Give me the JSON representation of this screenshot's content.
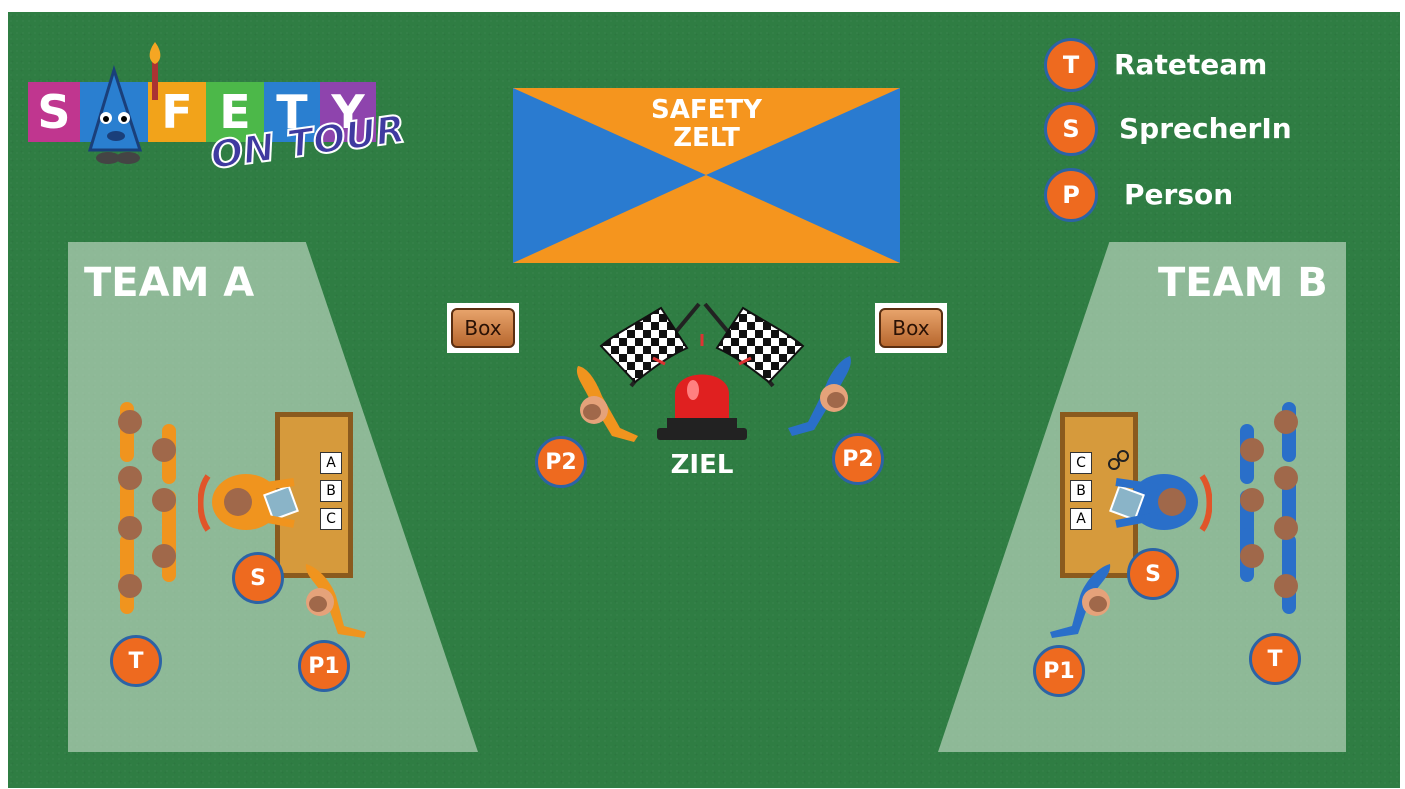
{
  "logo": {
    "letters": [
      "S",
      "A",
      "F",
      "E",
      "T",
      "Y"
    ],
    "letter_colors": [
      "#c0368f",
      "#2a7fd0",
      "#f2a31a",
      "#4cb849",
      "#2a7fd0",
      "#8e44ad"
    ],
    "tagline": "ON TOUR"
  },
  "legend": [
    {
      "badge": "T",
      "label": "Rateteam"
    },
    {
      "badge": "S",
      "label": "SprecherIn"
    },
    {
      "badge": "P",
      "label": "Person"
    }
  ],
  "tent": {
    "title_line1": "SAFETY",
    "title_line2": "ZELT",
    "color_blue": "#2a7bd0",
    "color_orange": "#f5951e"
  },
  "teams": {
    "a": "TEAM A",
    "b": "TEAM B"
  },
  "box_label": "Box",
  "finish": {
    "label": "ZIEL",
    "icon": "siren-icon"
  },
  "answer_cards": [
    "A",
    "B",
    "C"
  ],
  "badges": {
    "team_a_speaker": "S",
    "team_a_team": "T",
    "team_a_p1": "P1",
    "team_b_speaker": "S",
    "team_b_team": "T",
    "team_b_p1": "P1",
    "left_p2": "P2",
    "right_p2": "P2"
  },
  "colors": {
    "field": "#2f7d43",
    "badge": "#ee6a1f",
    "badge_border": "#2c63a5",
    "team_a": "#f0941e",
    "team_b": "#2a6fc9"
  }
}
